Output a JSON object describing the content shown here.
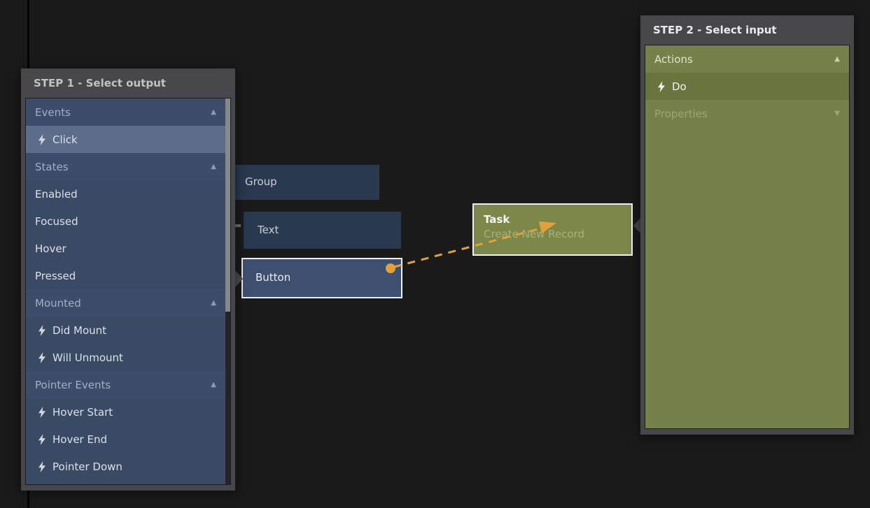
{
  "canvas": {
    "background": "#1a1a1a",
    "grid_line_color": "#040404"
  },
  "step1_panel": {
    "title": "STEP 1 - Select output",
    "rows": [
      {
        "label": "Events",
        "type": "section",
        "icon": "chevron-up-icon"
      },
      {
        "label": "Click",
        "type": "item",
        "icon": "lightning-icon",
        "highlighted": true
      },
      {
        "label": "States",
        "type": "section",
        "icon": "chevron-up-icon"
      },
      {
        "label": "Enabled",
        "type": "item"
      },
      {
        "label": "Focused",
        "type": "item"
      },
      {
        "label": "Hover",
        "type": "item"
      },
      {
        "label": "Pressed",
        "type": "item"
      },
      {
        "label": "Mounted",
        "type": "section",
        "icon": "chevron-up-icon"
      },
      {
        "label": "Did Mount",
        "type": "item",
        "icon": "lightning-icon"
      },
      {
        "label": "Will Unmount",
        "type": "item",
        "icon": "lightning-icon"
      },
      {
        "label": "Pointer Events",
        "type": "section",
        "icon": "chevron-up-icon"
      },
      {
        "label": "Hover Start",
        "type": "item",
        "icon": "lightning-icon"
      },
      {
        "label": "Hover End",
        "type": "item",
        "icon": "lightning-icon"
      },
      {
        "label": "Pointer Down",
        "type": "item",
        "icon": "lightning-icon"
      }
    ],
    "has_scrollbar": true
  },
  "step2_panel": {
    "title": "STEP 2 - Select input",
    "rows": [
      {
        "label": "Actions",
        "type": "section",
        "icon": "chevron-up-icon"
      },
      {
        "label": "Do",
        "type": "item",
        "icon": "lightning-icon",
        "selected": true
      },
      {
        "label": "Properties",
        "type": "section",
        "icon": "chevron-down-icon",
        "dimmed": true
      }
    ],
    "has_scrollbar": false
  },
  "nodes": {
    "group": {
      "label": "Group"
    },
    "text": {
      "label": "Text"
    },
    "button": {
      "label": "Button",
      "selected": true
    },
    "task": {
      "title": "Task",
      "subtitle": "Create New Record",
      "selected": true
    }
  },
  "connection": {
    "from": "Button",
    "to": "Task",
    "style": "dashed",
    "color": "#e2a23b"
  },
  "colors": {
    "panel_frame": "#47474b",
    "blue_section_row": "#3d4c6b",
    "blue_item_row": "#3a4964",
    "blue_highlight_row": "#5c6c8a",
    "green_row": "#75814a",
    "green_selected_row": "#68753f",
    "node_plain": "#2a3850",
    "node_button": "#3e4f70",
    "node_task": "#7c8749",
    "wire_accent": "#e2a23b"
  }
}
